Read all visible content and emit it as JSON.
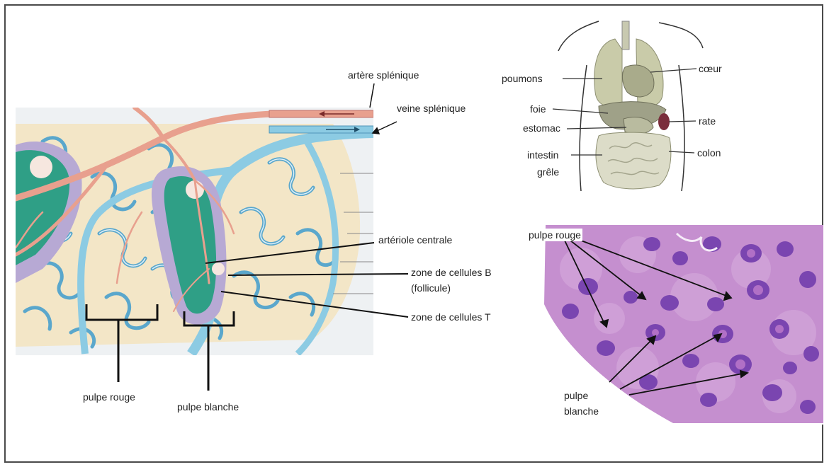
{
  "colors": {
    "frame": "#4a4a4a",
    "artery": "#e8a08e",
    "vein": "#8ccbe3",
    "red_pulp_bg": "#f3e6c7",
    "sinus": "#5aa7cc",
    "white_pulp": "#2f9f86",
    "marginal_zone": "#b7a9d4",
    "tissue_outer": "#e9edf0",
    "histo_bg": "#c58fcf",
    "histo_follicle": "#7a45b0"
  },
  "diagram": {
    "artere_splenique": "artère splénique",
    "veine_splenique": "veine splénique",
    "arteriole_centrale": "artériole centrale",
    "zone_b_line1": "zone de cellules B",
    "zone_b_line2": "(follicule)",
    "zone_t": "zone de cellules T",
    "pulpe_rouge": "pulpe rouge",
    "pulpe_blanche": "pulpe blanche"
  },
  "anatomy": {
    "poumons": "poumons",
    "coeur": "cœur",
    "foie": "foie",
    "estomac": "estomac",
    "rate": "rate",
    "intestin": "intestin",
    "grele": "grêle",
    "colon": "colon"
  },
  "histology": {
    "pulpe_rouge": "pulpe rouge",
    "pulpe_line1": "pulpe",
    "pulpe_line2": "blanche"
  }
}
